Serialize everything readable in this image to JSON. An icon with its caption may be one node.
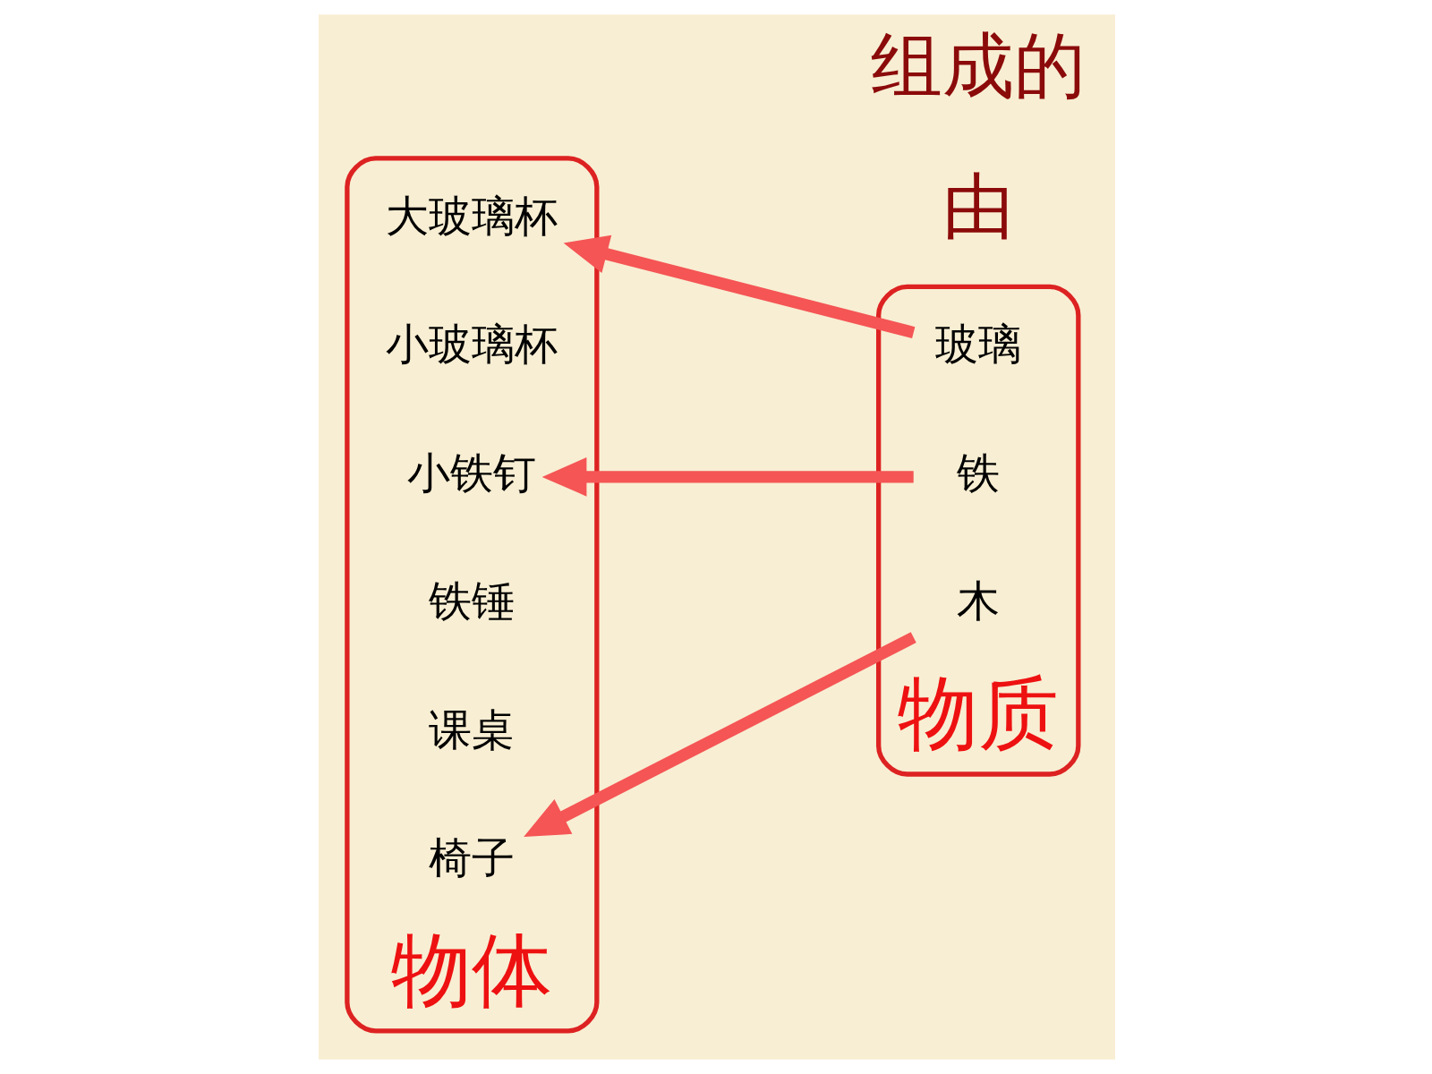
{
  "diagram": {
    "nodes": [
      {
        "text": [
          "物体"
        ]
      },
      {
        "text": [
          "大玻璃杯"
        ],
        "in": 0
      },
      {
        "text": [
          "小玻璃杯"
        ],
        "in": 0
      },
      {
        "text": [
          "小铁钉"
        ],
        "in": 0
      },
      {
        "text": [
          "铁锤"
        ],
        "in": 0
      },
      {
        "text": [
          "课桌"
        ],
        "in": 0
      },
      {
        "text": [
          "椅子"
        ],
        "in": 0
      },
      {
        "text": [
          "物质"
        ]
      },
      {
        "text": [
          "玻璃"
        ],
        "in": 7
      },
      {
        "text": [
          "铁"
        ],
        "in": 7
      },
      {
        "text": [
          "木"
        ],
        "in": 7
      }
    ],
    "edges": [
      {
        "from": 8,
        "to": 1,
        "arrow": "to"
      },
      {
        "from": 9,
        "to": 3,
        "arrow": "to"
      },
      {
        "from": 10,
        "to": 6,
        "arrow": "to"
      }
    ],
    "labels": [
      "由",
      "组成的"
    ]
  }
}
